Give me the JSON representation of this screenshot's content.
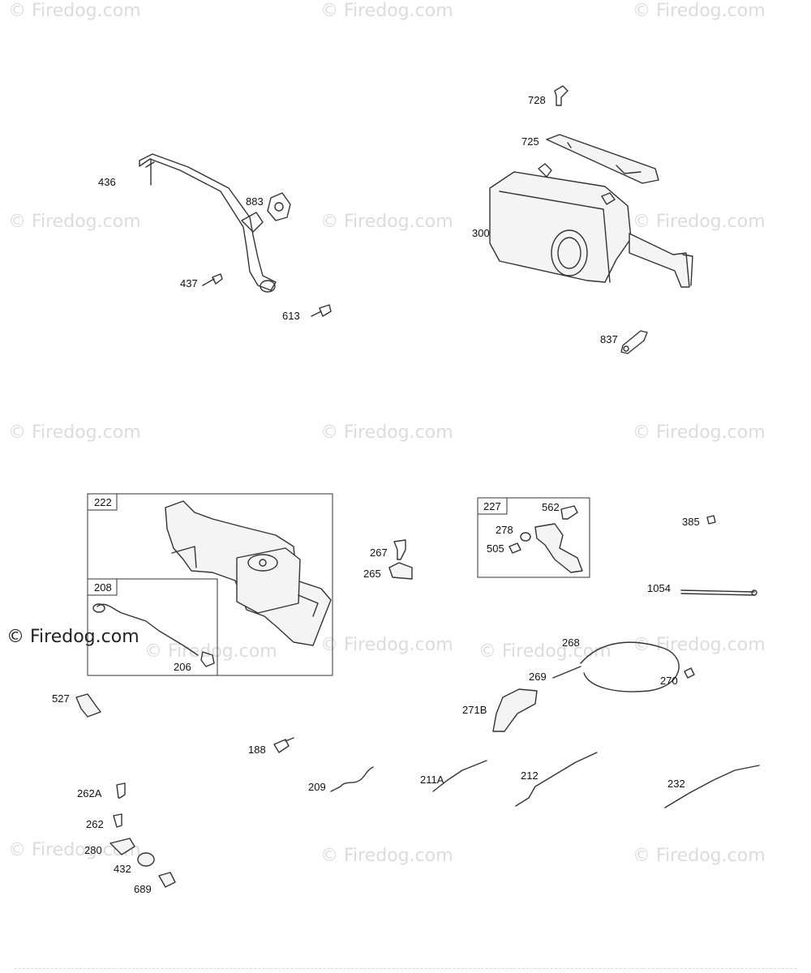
{
  "watermarks": [
    {
      "text": "© Firedog.com",
      "strong": false
    },
    {
      "text": "© Firedog.com",
      "strong": false
    },
    {
      "text": "© Firedog.com",
      "strong": false
    },
    {
      "text": "© Firedog.com",
      "strong": false
    },
    {
      "text": "© Firedog.com",
      "strong": false
    },
    {
      "text": "© Firedog.com",
      "strong": false
    },
    {
      "text": "© Firedog.com",
      "strong": false
    },
    {
      "text": "© Firedog.com",
      "strong": false
    },
    {
      "text": "© Firedog.com",
      "strong": false
    },
    {
      "text": "© Firedog.com",
      "strong": false
    },
    {
      "text": "© Firedog.com",
      "strong": false
    },
    {
      "text": "© Firedog.com",
      "strong": false
    },
    {
      "text": "© Firedog.com",
      "strong": true
    },
    {
      "text": "© Firedog.com",
      "strong": false
    },
    {
      "text": "© Firedog.com",
      "strong": false
    },
    {
      "text": "© Firedog.com",
      "strong": false
    },
    {
      "text": "© Firedog.com",
      "strong": false
    }
  ],
  "boxes": [
    {
      "id": "222",
      "label": "222"
    },
    {
      "id": "208",
      "label": "208"
    },
    {
      "id": "227",
      "label": "227"
    }
  ],
  "parts": [
    {
      "id": "436",
      "label": "436"
    },
    {
      "id": "883",
      "label": "883"
    },
    {
      "id": "437",
      "label": "437"
    },
    {
      "id": "613",
      "label": "613"
    },
    {
      "id": "728",
      "label": "728"
    },
    {
      "id": "725",
      "label": "725"
    },
    {
      "id": "300",
      "label": "300"
    },
    {
      "id": "837",
      "label": "837"
    },
    {
      "id": "206",
      "label": "206"
    },
    {
      "id": "267",
      "label": "267"
    },
    {
      "id": "265",
      "label": "265"
    },
    {
      "id": "562",
      "label": "562"
    },
    {
      "id": "278",
      "label": "278"
    },
    {
      "id": "505",
      "label": "505"
    },
    {
      "id": "385",
      "label": "385"
    },
    {
      "id": "1054",
      "label": "1054"
    },
    {
      "id": "268",
      "label": "268"
    },
    {
      "id": "269",
      "label": "269"
    },
    {
      "id": "270",
      "label": "270"
    },
    {
      "id": "271B",
      "label": "271B"
    },
    {
      "id": "527",
      "label": "527"
    },
    {
      "id": "188",
      "label": "188"
    },
    {
      "id": "209",
      "label": "209"
    },
    {
      "id": "211A",
      "label": "211A"
    },
    {
      "id": "212",
      "label": "212"
    },
    {
      "id": "232",
      "label": "232"
    },
    {
      "id": "262A",
      "label": "262A"
    },
    {
      "id": "262",
      "label": "262"
    },
    {
      "id": "280",
      "label": "280"
    },
    {
      "id": "432",
      "label": "432"
    },
    {
      "id": "689",
      "label": "689"
    }
  ]
}
